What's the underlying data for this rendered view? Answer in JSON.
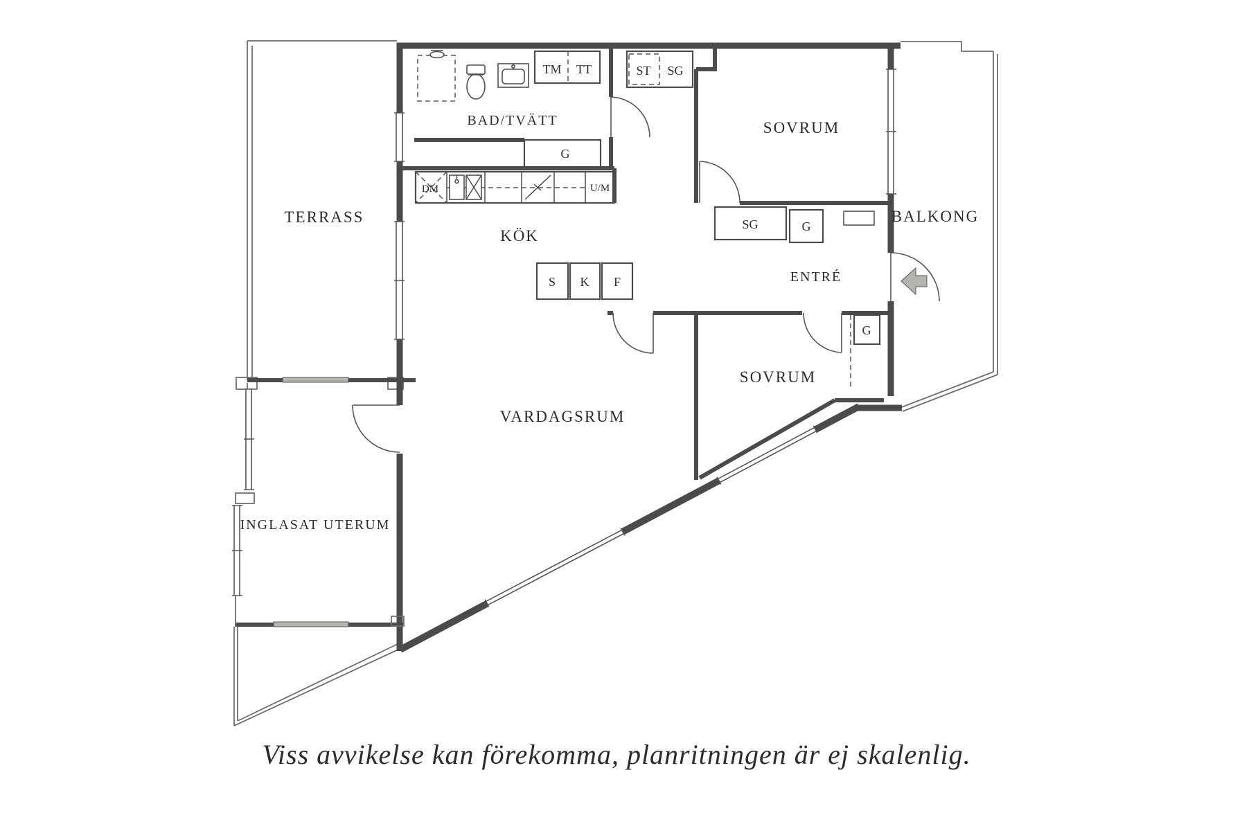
{
  "page": {
    "background": "#ffffff"
  },
  "floorplan": {
    "caption": "Viss avvikelse kan förekomma, planritningen är ej skalenlig.",
    "rooms": {
      "terrass": "TERRASS",
      "bad_tvatt": "BAD/TVÄTT",
      "sovrum_1": "SOVRUM",
      "balkong": "BALKONG",
      "kok": "KÖK",
      "entre": "ENTRÉ",
      "sovrum_2": "SOVRUM",
      "vardagsrum": "VARDAGSRUM",
      "inglasat_uterum": "INGLASAT UTERUM"
    },
    "closets": {
      "st": "ST",
      "sg_top": "SG",
      "g_hall": "G",
      "sg_entre": "SG",
      "g_entre": "G",
      "g_sovrum2": "G"
    },
    "appliances": {
      "tm": "TM",
      "tt": "TT",
      "dm": "DM",
      "um": "U/M",
      "s": "S",
      "k": "K",
      "f": "F"
    },
    "colors": {
      "wall": "#4b4b4b",
      "thin": "#6e6e6e",
      "text": "#2e2c2a",
      "gray": "#b4b4b1"
    }
  }
}
